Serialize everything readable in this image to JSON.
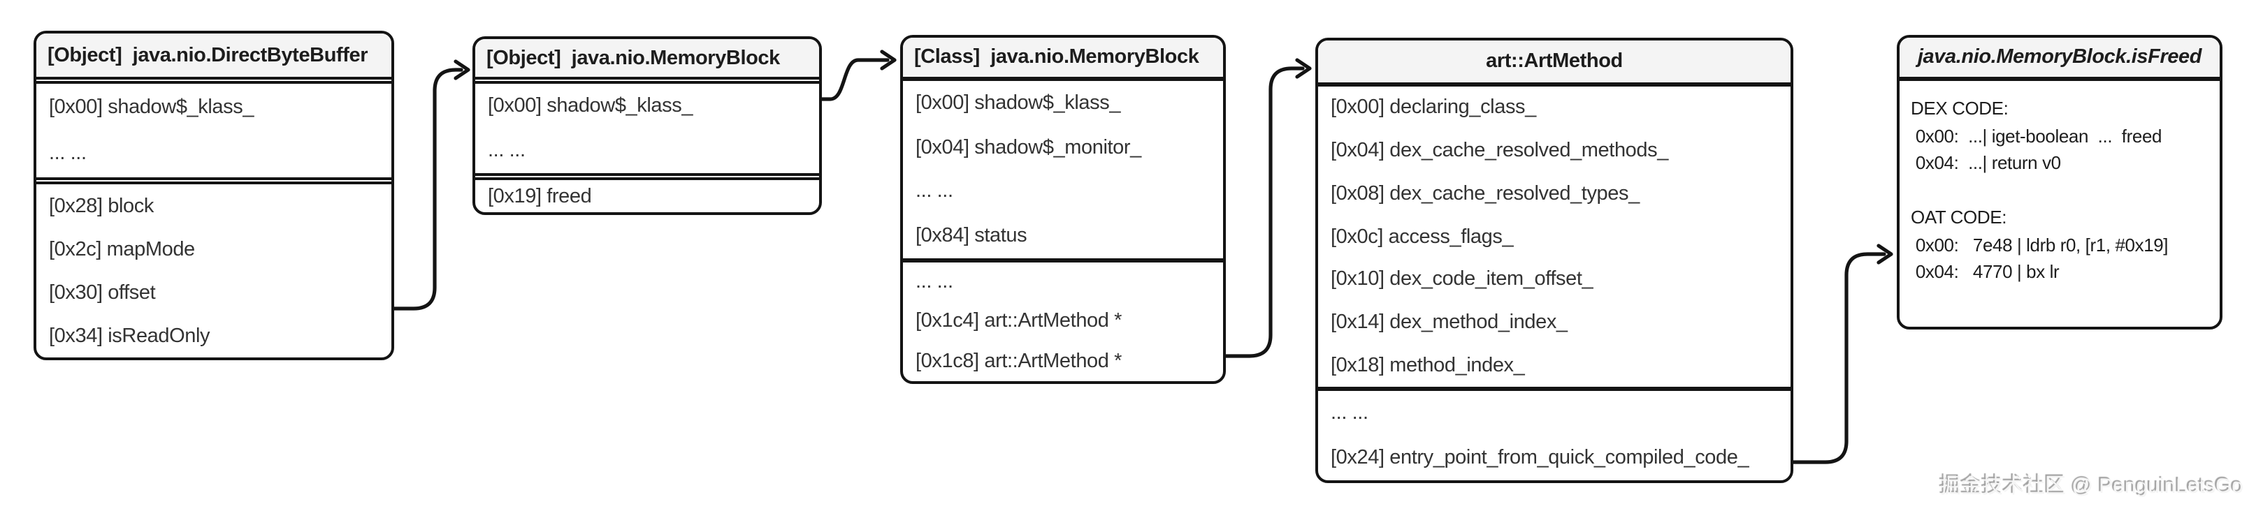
{
  "colors": {
    "border": "#141414",
    "title-bg": "#f4f4f4",
    "text": "#333333",
    "title-text": "#1d1d1d",
    "arrow": "#141414",
    "bg": "#ffffff",
    "watermark": "#f5f5f5",
    "watermark-shadow": "#a0a0a0"
  },
  "boxes": [
    {
      "title": "[Object]  java.nio.DirectByteBuffer",
      "sections": [
        [
          "[0x00] shadow$_klass_",
          "... ..."
        ],
        [
          "[0x28] block",
          "[0x2c] mapMode",
          "[0x30] offset",
          "[0x34] isReadOnly"
        ]
      ]
    },
    {
      "title": "[Object]  java.nio.MemoryBlock",
      "sections": [
        [
          "[0x00] shadow$_klass_",
          "... ..."
        ],
        [
          "[0x19] freed"
        ]
      ]
    },
    {
      "title": "[Class]  java.nio.MemoryBlock",
      "sections": [
        [
          "[0x00] shadow$_klass_",
          "[0x04] shadow$_monitor_",
          "... ...",
          "[0x84] status"
        ],
        [
          "... ...",
          "[0x1c4] art::ArtMethod *",
          "[0x1c8] art::ArtMethod *"
        ]
      ]
    },
    {
      "title": "art::ArtMethod",
      "sections": [
        [
          "[0x00] declaring_class_",
          "[0x04] dex_cache_resolved_methods_",
          "[0x08] dex_cache_resolved_types_",
          "[0x0c] access_flags_",
          "[0x10] dex_code_item_offset_",
          "[0x14] dex_method_index_",
          "[0x18] method_index_"
        ],
        [
          "... ...",
          "[0x24] entry_point_from_quick_compiled_code_"
        ]
      ]
    },
    {
      "title": "java.nio.MemoryBlock.isFreed",
      "code_lines": [
        "DEX CODE:",
        " 0x00:  ...| iget-boolean  ...  freed",
        " 0x04:  ...| return v0",
        "",
        "OAT CODE:",
        " 0x00:   7e48 | ldrb r0, [r1, #0x19]",
        " 0x04:   4770 | bx lr"
      ]
    }
  ],
  "connections": [
    {
      "from": "[Object] java.nio.DirectByteBuffer",
      "to": "[Object] java.nio.MemoryBlock"
    },
    {
      "from": "[Object] java.nio.MemoryBlock",
      "to": "[Class] java.nio.MemoryBlock"
    },
    {
      "from": "[Class] java.nio.MemoryBlock",
      "to": "art::ArtMethod"
    },
    {
      "from": "art::ArtMethod",
      "to": "java.nio.MemoryBlock.isFreed"
    }
  ],
  "watermark": "掘金技术社区 @ PenguinLetsGo"
}
